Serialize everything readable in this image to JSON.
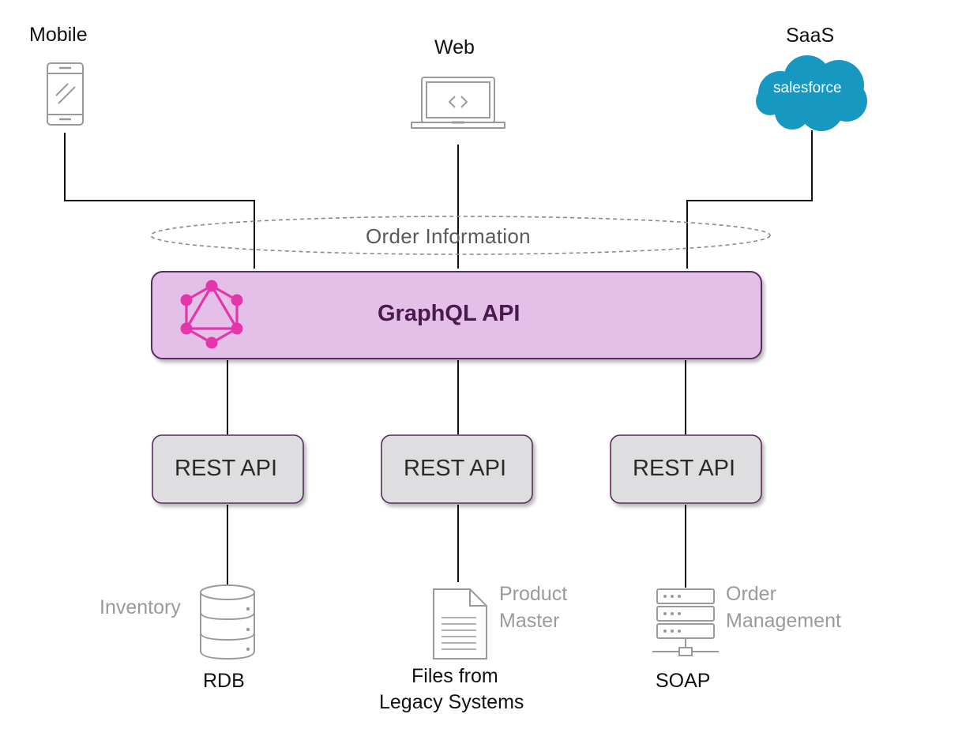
{
  "clients": {
    "mobile": "Mobile",
    "web": "Web",
    "saas": "SaaS",
    "saas_logo_text": "salesforce"
  },
  "gateway": {
    "ellipse_label": "Order Information",
    "graphql_label": "GraphQL API"
  },
  "rest": {
    "left": "REST API",
    "center": "REST API",
    "right": "REST API"
  },
  "sources": {
    "rdb": {
      "label": "RDB",
      "caption": "Inventory"
    },
    "files": {
      "label_line1": "Files from",
      "label_line2": "Legacy Systems",
      "caption_line1": "Product",
      "caption_line2": "Master"
    },
    "soap": {
      "label": "SOAP",
      "caption_line1": "Order",
      "caption_line2": "Management"
    }
  },
  "colors": {
    "graphql_fill": "#e4bfe8",
    "graphql_border": "#5a2a5e",
    "graphql_logo": "#e535ab",
    "rest_fill": "#dedee0",
    "salesforce_blue": "#1798c1",
    "icon_gray": "#9a9a9a"
  }
}
